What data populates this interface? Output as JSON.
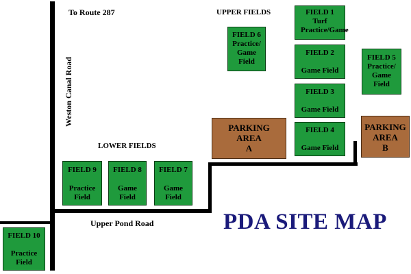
{
  "title": "PDA SITE MAP",
  "colors": {
    "field": "#1f9a3c",
    "parking": "#a96b3c",
    "title": "#1a1a7a",
    "road": "#000000"
  },
  "labels": {
    "to_route": "To Route 287",
    "weston_canal_road": "Weston Canal Road",
    "upper_pond_road": "Upper Pond Road",
    "upper_fields": "UPPER FIELDS",
    "lower_fields": "LOWER FIELDS"
  },
  "fields": [
    {
      "id": "field-1",
      "name": "FIELD 1",
      "desc": "Turf Practice/Game"
    },
    {
      "id": "field-2",
      "name": "FIELD 2",
      "desc": "Game Field"
    },
    {
      "id": "field-3",
      "name": "FIELD 3",
      "desc": "Game Field"
    },
    {
      "id": "field-4",
      "name": "FIELD 4",
      "desc": "Game Field"
    },
    {
      "id": "field-5",
      "name": "FIELD 5",
      "desc": "Practice/ Game Field"
    },
    {
      "id": "field-6",
      "name": "FIELD 6",
      "desc": "Practice/ Game Field"
    },
    {
      "id": "field-7",
      "name": "FIELD 7",
      "desc": "Game Field"
    },
    {
      "id": "field-8",
      "name": "FIELD 8",
      "desc": "Game Field"
    },
    {
      "id": "field-9",
      "name": "FIELD 9",
      "desc": "Practice Field"
    },
    {
      "id": "field-10",
      "name": "FIELD 10",
      "desc": "Practice Field"
    }
  ],
  "parking": [
    {
      "id": "parking-a",
      "line1": "PARKING",
      "line2": "AREA",
      "line3": "A"
    },
    {
      "id": "parking-b",
      "line1": "PARKING",
      "line2": "AREA",
      "line3": "B"
    }
  ]
}
